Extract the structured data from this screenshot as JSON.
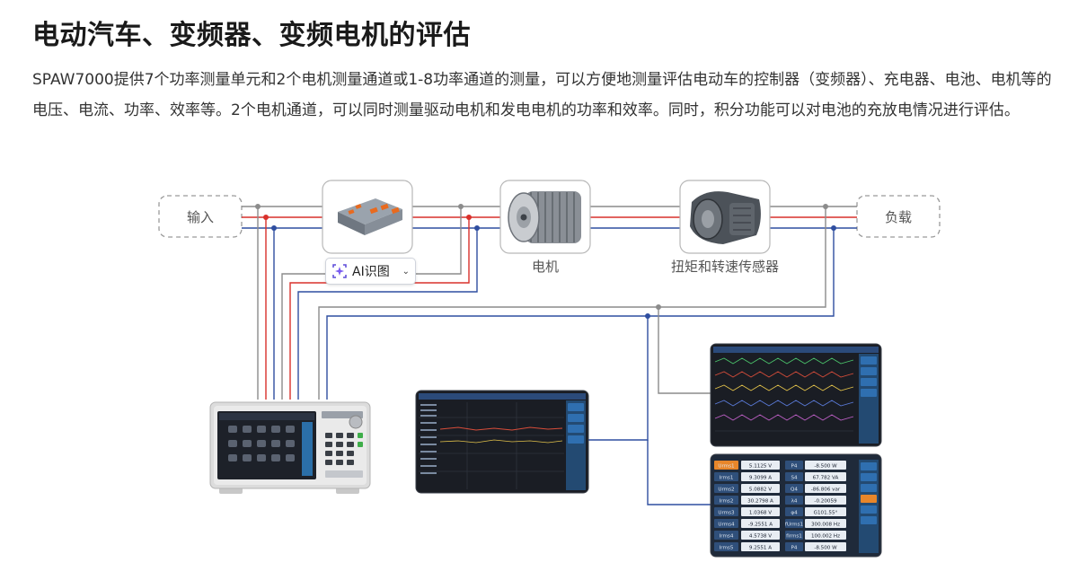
{
  "heading": "电动汽车、变频器、变频电机的评估",
  "description": "SPAW7000提供7个功率测量单元和2个电机测量通道或1-8功率通道的测量，可以方便地测量评估电动车的控制器（变频器）、充电器、电池、电机等的电压、电流、功率、效率等。2个电机通道，可以同时测量驱动电机和发电电机的功率和效率。同时，积分功能可以对电池的充放电情况进行评估。",
  "diagram": {
    "input_label": "输入",
    "load_label": "负载",
    "motor_label": "电机",
    "sensor_label": "扭矩和转速传感器",
    "line_colors": {
      "gray": "#8c8c8c",
      "red": "#d9302b",
      "blue": "#2f4ea0"
    }
  },
  "ai_button": {
    "label": "AI识图",
    "icon": "sparkle-icon",
    "chevron": "chevron-down-icon"
  },
  "numeric_screen": {
    "rows": [
      [
        "Urms1",
        "5.1125 V",
        "P4",
        "-8.500 W"
      ],
      [
        "Irms1",
        "9.3099 A",
        "S4",
        "67.782 VA"
      ],
      [
        "Urms2",
        "5.0882 V",
        "Q4",
        "-86.806 var"
      ],
      [
        "Irms2",
        "30.2798 A",
        "λ4",
        "-0.20059"
      ],
      [
        "Urms3",
        "1.0368 V",
        "φ4",
        "G101.55°"
      ],
      [
        "Urms4",
        "-9.2551 A",
        "fUrms1",
        "300.008 Hz"
      ],
      [
        "Irms4",
        "4.5738 V",
        "fIrms1",
        "100.002 Hz"
      ],
      [
        "Irms5",
        "9.2551 A",
        "P4",
        "-8.500 W"
      ]
    ]
  }
}
